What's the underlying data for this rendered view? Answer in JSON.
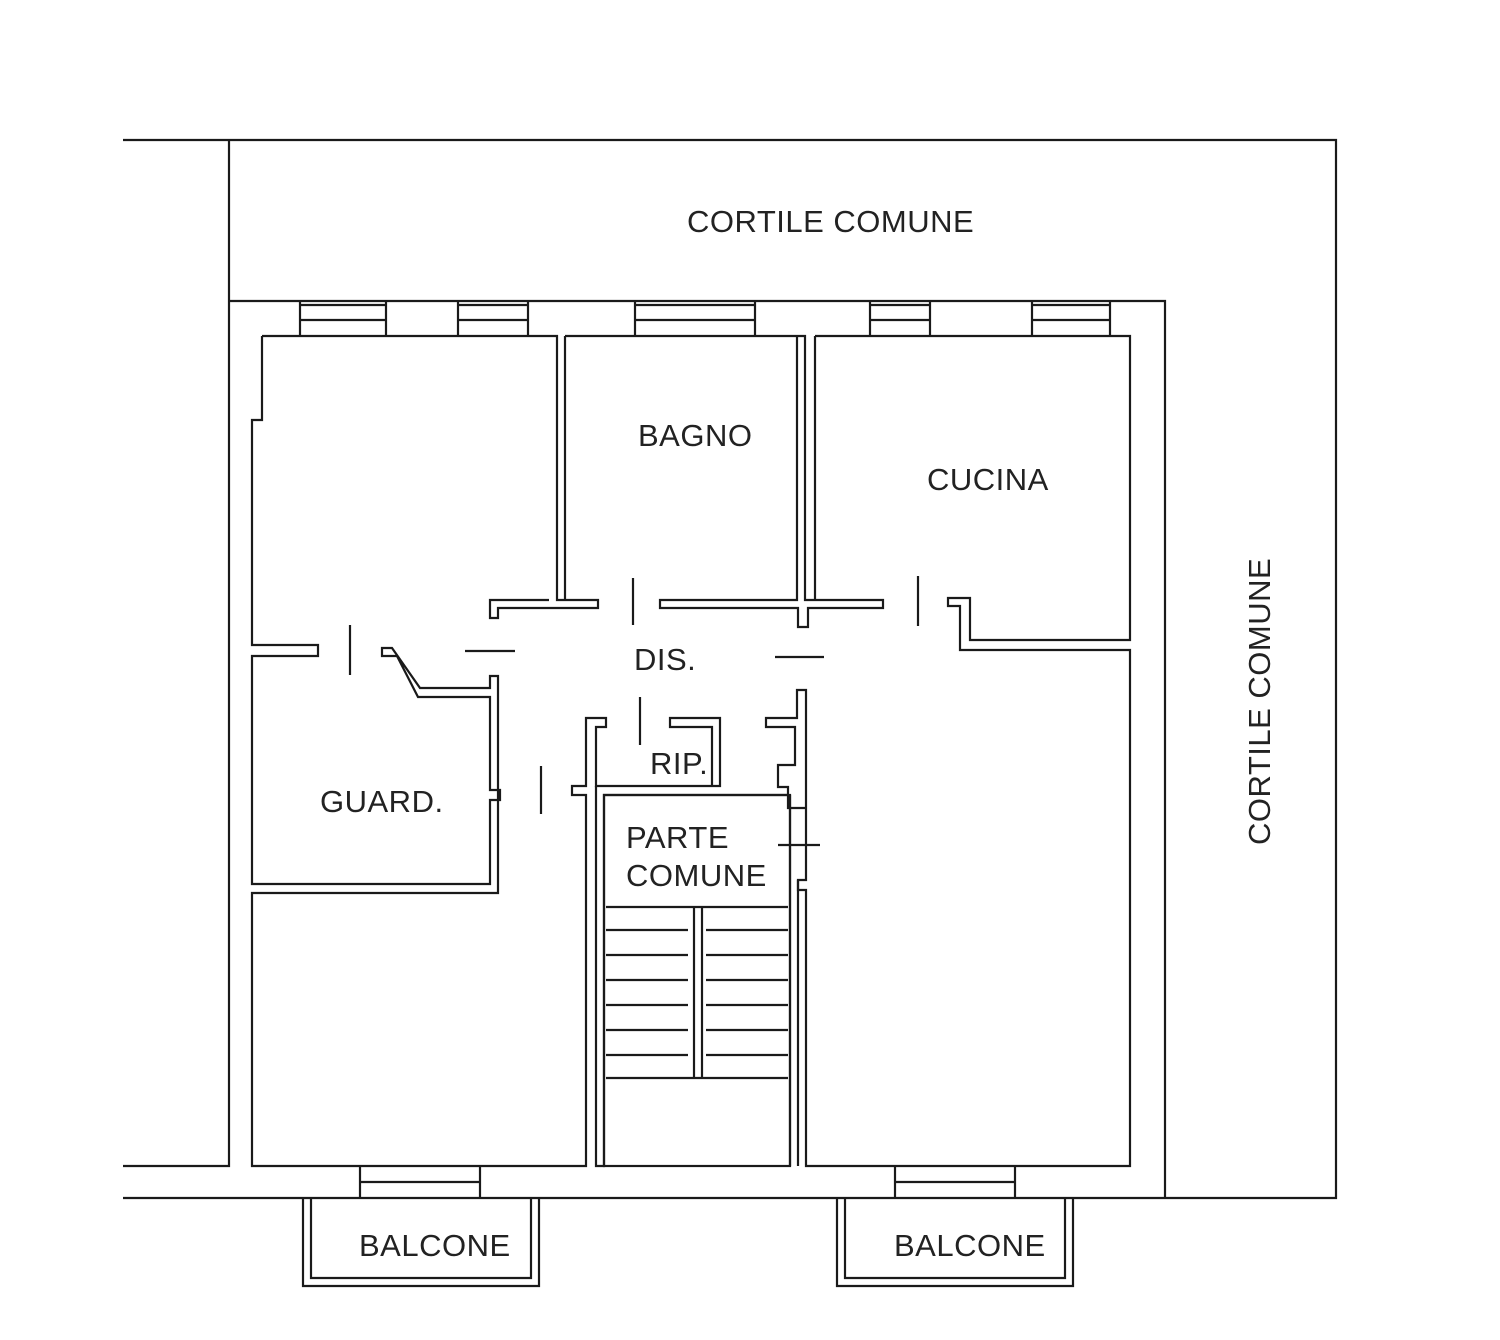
{
  "labels": {
    "courtyard_top": "CORTILE COMUNE",
    "courtyard_right": "CORTILE COMUNE",
    "bathroom": "BAGNO",
    "kitchen": "CUCINA",
    "hallway": "DIS.",
    "wardrobe": "GUARD.",
    "storage": "RIP.",
    "common_area_line1": "PARTE",
    "common_area_line2": "COMUNE",
    "balcony_left": "BALCONE",
    "balcony_right": "BALCONE"
  }
}
